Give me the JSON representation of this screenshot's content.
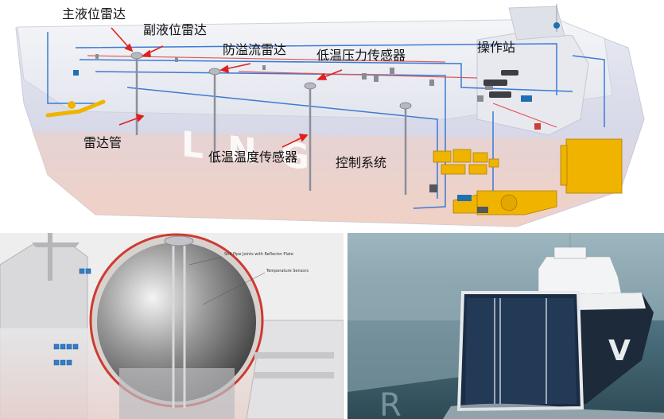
{
  "labels": {
    "main_radar": "主液位雷达",
    "aux_radar": "副液位雷达",
    "overflow_radar": "防溢流雷达",
    "low_temp_pressure": "低温压力传感器",
    "operator_station": "操作站",
    "radar_tube": "雷达管",
    "low_temp_temperature": "低温温度传感器",
    "control_system": "控制系统"
  },
  "hull_text": "LNG",
  "bl_callouts": {
    "still_pipe": "Still Pipe Joints with Reflector Plate",
    "temp_sensors": "Temperature Sensors"
  },
  "colors": {
    "arrow": "#e0201c",
    "pipe_blue": "#3a7bd5",
    "pipe_red": "#e25555",
    "equipment_yellow": "#f0b400"
  }
}
